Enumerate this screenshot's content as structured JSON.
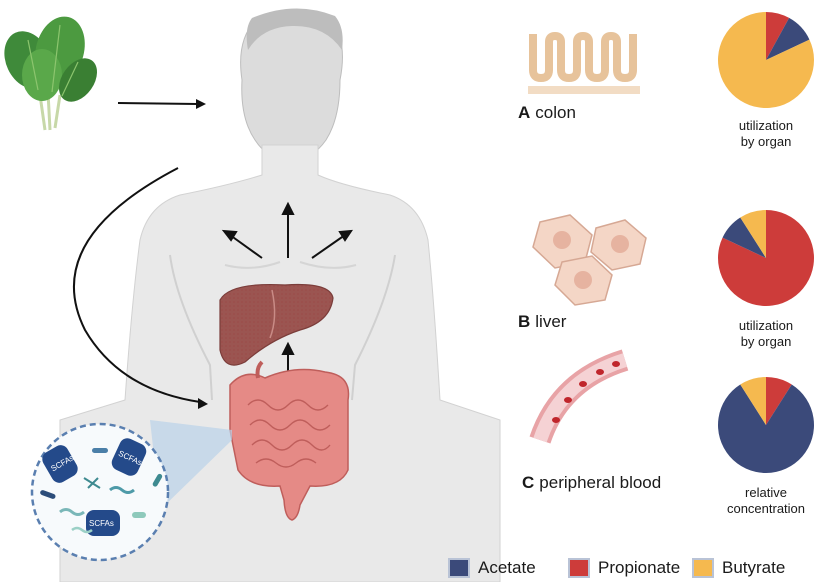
{
  "panels": [
    {
      "letter": "A",
      "name": "colon",
      "caption_line1": "utilization",
      "caption_line2": "by organ",
      "chart_data": {
        "type": "pie",
        "labels": [
          "Acetate",
          "Propionate",
          "Butyrate"
        ],
        "values": [
          10,
          8,
          82
        ]
      }
    },
    {
      "letter": "B",
      "name": "liver",
      "caption_line1": "utilization",
      "caption_line2": "by organ",
      "chart_data": {
        "type": "pie",
        "labels": [
          "Acetate",
          "Propionate",
          "Butyrate"
        ],
        "values": [
          9,
          82,
          9
        ]
      }
    },
    {
      "letter": "C",
      "name": "peripheral blood",
      "caption_line1": "relative",
      "caption_line2": "concentration",
      "chart_data": {
        "type": "pie",
        "labels": [
          "Acetate",
          "Propionate",
          "Butyrate"
        ],
        "values": [
          82,
          9,
          9
        ]
      }
    }
  ],
  "legend": [
    {
      "name": "Acetate",
      "color": "#3b4a7a"
    },
    {
      "name": "Propionate",
      "color": "#cd3c3a"
    },
    {
      "name": "Butyrate",
      "color": "#f5b94f"
    }
  ],
  "microbiome_label": "SCFAs",
  "icons": [
    "spinach-icon",
    "human-body-icon",
    "liver-icon",
    "intestine-icon",
    "microbiome-icon",
    "colon-villi-icon",
    "liver-cells-icon",
    "blood-vessel-icon"
  ]
}
